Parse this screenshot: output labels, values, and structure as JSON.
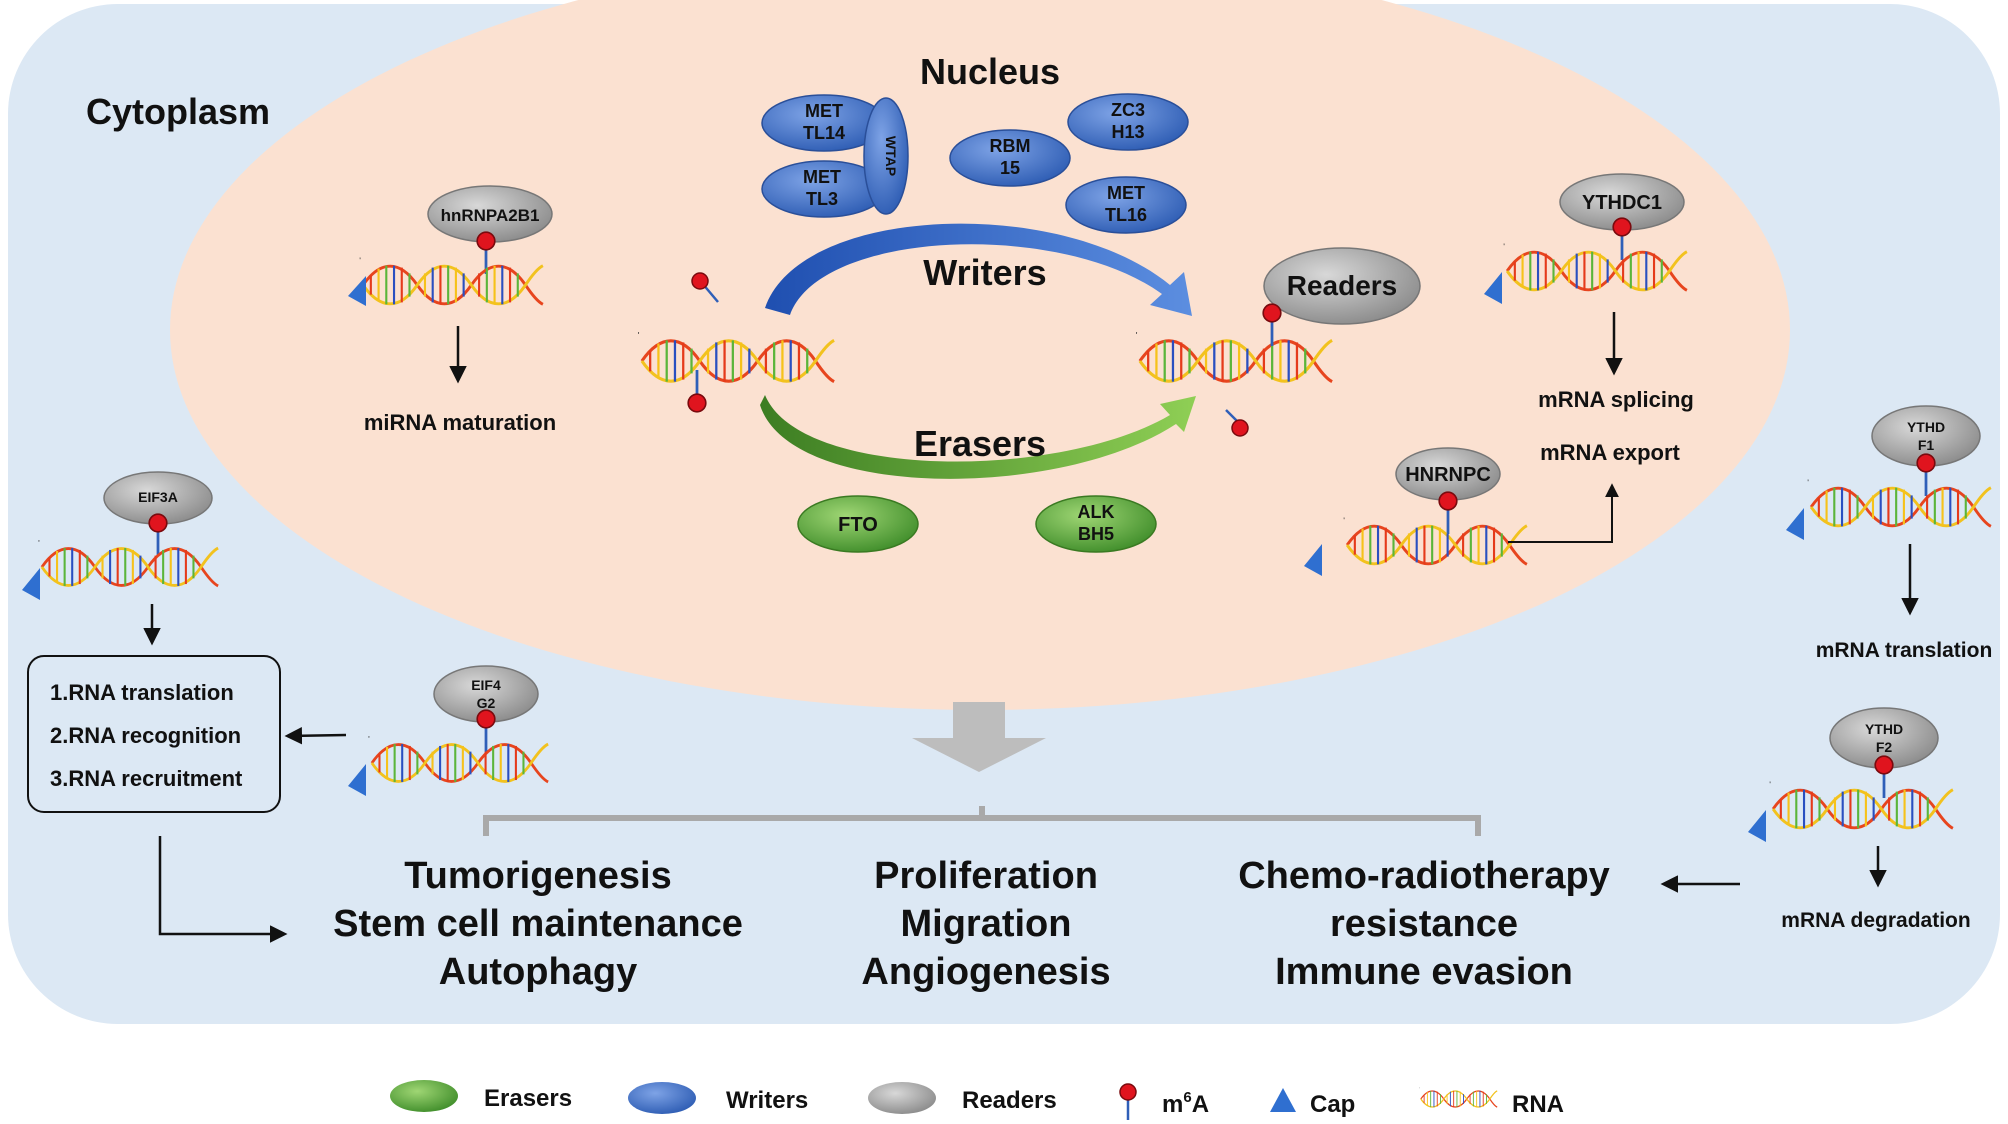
{
  "regions": {
    "cytoplasm": "Cytoplasm",
    "nucleus": "Nucleus"
  },
  "cycle": {
    "writers": "Writers",
    "erasers": "Erasers",
    "readers": "Readers"
  },
  "writers": {
    "mettl14": [
      "MET",
      "TL14"
    ],
    "mettl3": [
      "MET",
      "TL3"
    ],
    "wtap": "WTAP",
    "rbm15": [
      "RBM",
      "15"
    ],
    "zc3h13": [
      "ZC3",
      "H13"
    ],
    "mettl16": [
      "MET",
      "TL16"
    ]
  },
  "erasers": {
    "fto": "FTO",
    "alkbh5": [
      "ALK",
      "BH5"
    ]
  },
  "readers": {
    "hnrnpa2b1": "hnRNPA2B1",
    "ythdc1": "YTHDC1",
    "hnrnpc": "HNRNPC",
    "eif3a": "EIF3A",
    "eif4g2": [
      "EIF4",
      "G2"
    ],
    "ythdf1": [
      "YTHD",
      "F1"
    ],
    "ythdf2": [
      "YTHD",
      "F2"
    ]
  },
  "processes": {
    "mirna_maturation": "miRNA maturation",
    "mrna_splicing": "mRNA splicing",
    "mrna_export": "mRNA export",
    "mrna_translation": "mRNA translation",
    "mrna_degradation": "mRNA degradation",
    "rna_box": [
      "1.RNA translation",
      "2.RNA recognition",
      "3.RNA recruitment"
    ]
  },
  "outcomes": {
    "group1": [
      "Tumorigenesis",
      "Stem cell maintenance",
      "Autophagy"
    ],
    "group2": [
      "Proliferation",
      "Migration",
      "Angiogenesis"
    ],
    "group3": [
      "Chemo-radiotherapy",
      "resistance",
      "Immune evasion"
    ]
  },
  "legend": {
    "erasers": "Erasers",
    "writers": "Writers",
    "readers": "Readers",
    "m6a_prefix": "m",
    "m6a_sup": "6",
    "m6a_suffix": "A",
    "cap": "Cap",
    "rna": "RNA"
  },
  "colors": {
    "cytoplasm": "#dce8f4",
    "nucleus": "#fbe1d1",
    "writer_blue": "#3f6fc6",
    "eraser_green": "#5fa83d",
    "reader_gray": "#a0a0a0",
    "m6a_red": "#e0141e",
    "cap_blue": "#2f6fd0"
  }
}
